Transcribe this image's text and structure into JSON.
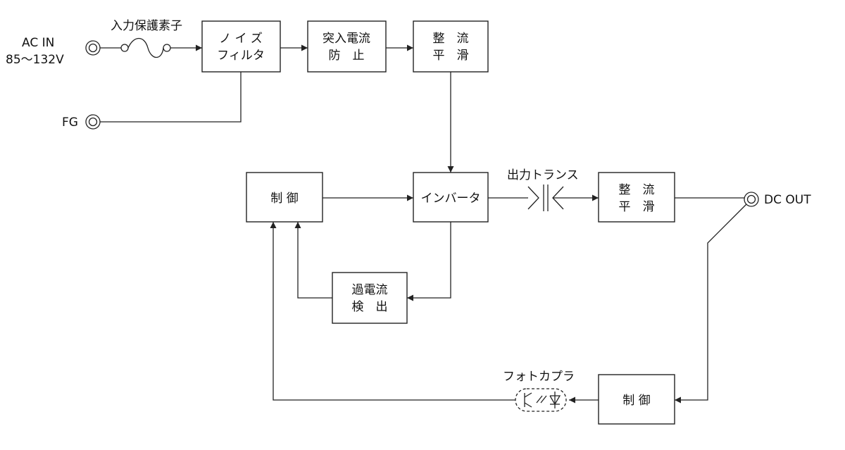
{
  "terminals": {
    "ac_in_label_1": "AC IN",
    "ac_in_label_2": "85～132V",
    "fg_label": "FG",
    "dc_out_label": "DC OUT"
  },
  "labels": {
    "fuse": "入力保護素子",
    "transformer": "出力トランス",
    "photocoupler": "フォトカプラ"
  },
  "blocks": {
    "noise_filter": [
      "ノ イ ズ",
      "フィルタ"
    ],
    "inrush": [
      "突入電流",
      "防　止"
    ],
    "rectifier_in": [
      "整　流",
      "平　滑"
    ],
    "control_primary": [
      "制 御"
    ],
    "inverter": [
      "インバータ"
    ],
    "rectifier_out": [
      "整　流",
      "平　滑"
    ],
    "overcurrent": [
      "過電流",
      "検　出"
    ],
    "control_secondary": [
      "制 御"
    ]
  }
}
